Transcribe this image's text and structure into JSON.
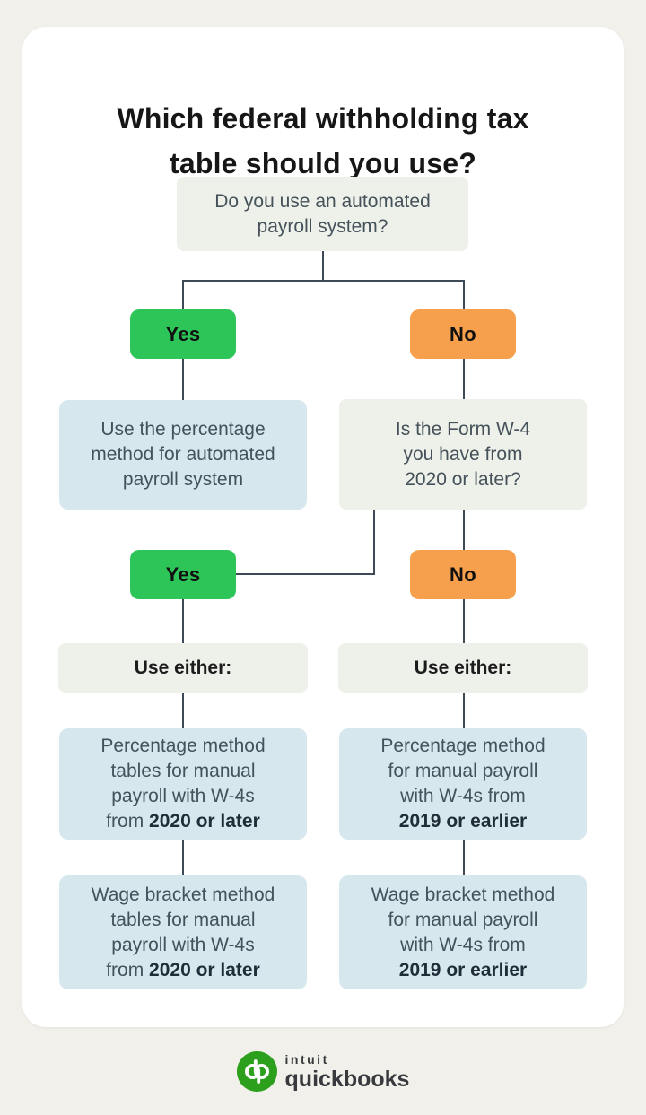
{
  "title": "Which federal withholding tax\ntable should you use?",
  "flow": {
    "q1": "Do you use an automated\npayroll system?",
    "branch1_yes": "Yes",
    "branch1_no": "No",
    "automated_result": "Use the percentage\nmethod for automated\npayroll system",
    "q2": "Is the Form W-4\nyou have from\n2020 or later?",
    "branch2_yes": "Yes",
    "branch2_no": "No",
    "use_either_left": "Use either:",
    "use_either_right": "Use either:",
    "result_percentage_2020": "Percentage method\ntables for manual\npayroll with W-4s\nfrom **2020 or later**",
    "result_percentage_2019": "Percentage method\nfor manual payroll\nwith W-4s from\n**2019 or earlier**",
    "result_wage_2020": "Wage bracket method\ntables for manual\npayroll with W-4s\nfrom **2020 or later**",
    "result_wage_2019": "Wage bracket method\nfor manual payroll\nwith W-4s from\n**2019 or earlier**"
  },
  "footer": {
    "brand_name_top": "intuit",
    "brand_name_bottom": "quickbooks",
    "logo_monogram": "qb"
  },
  "colors": {
    "page_background": "#f1f0ea",
    "card_background": "#ffffff",
    "question_box": "#eef0ea",
    "result_box": "#d6e8ed",
    "yes_button": "#2ec558",
    "no_button": "#f6a04d",
    "connector_line": "#3e4a57",
    "body_text": "#45525a",
    "heading_text": "#161616",
    "quickbooks_green": "#2ca01c",
    "logo_text": "#393a3d"
  }
}
